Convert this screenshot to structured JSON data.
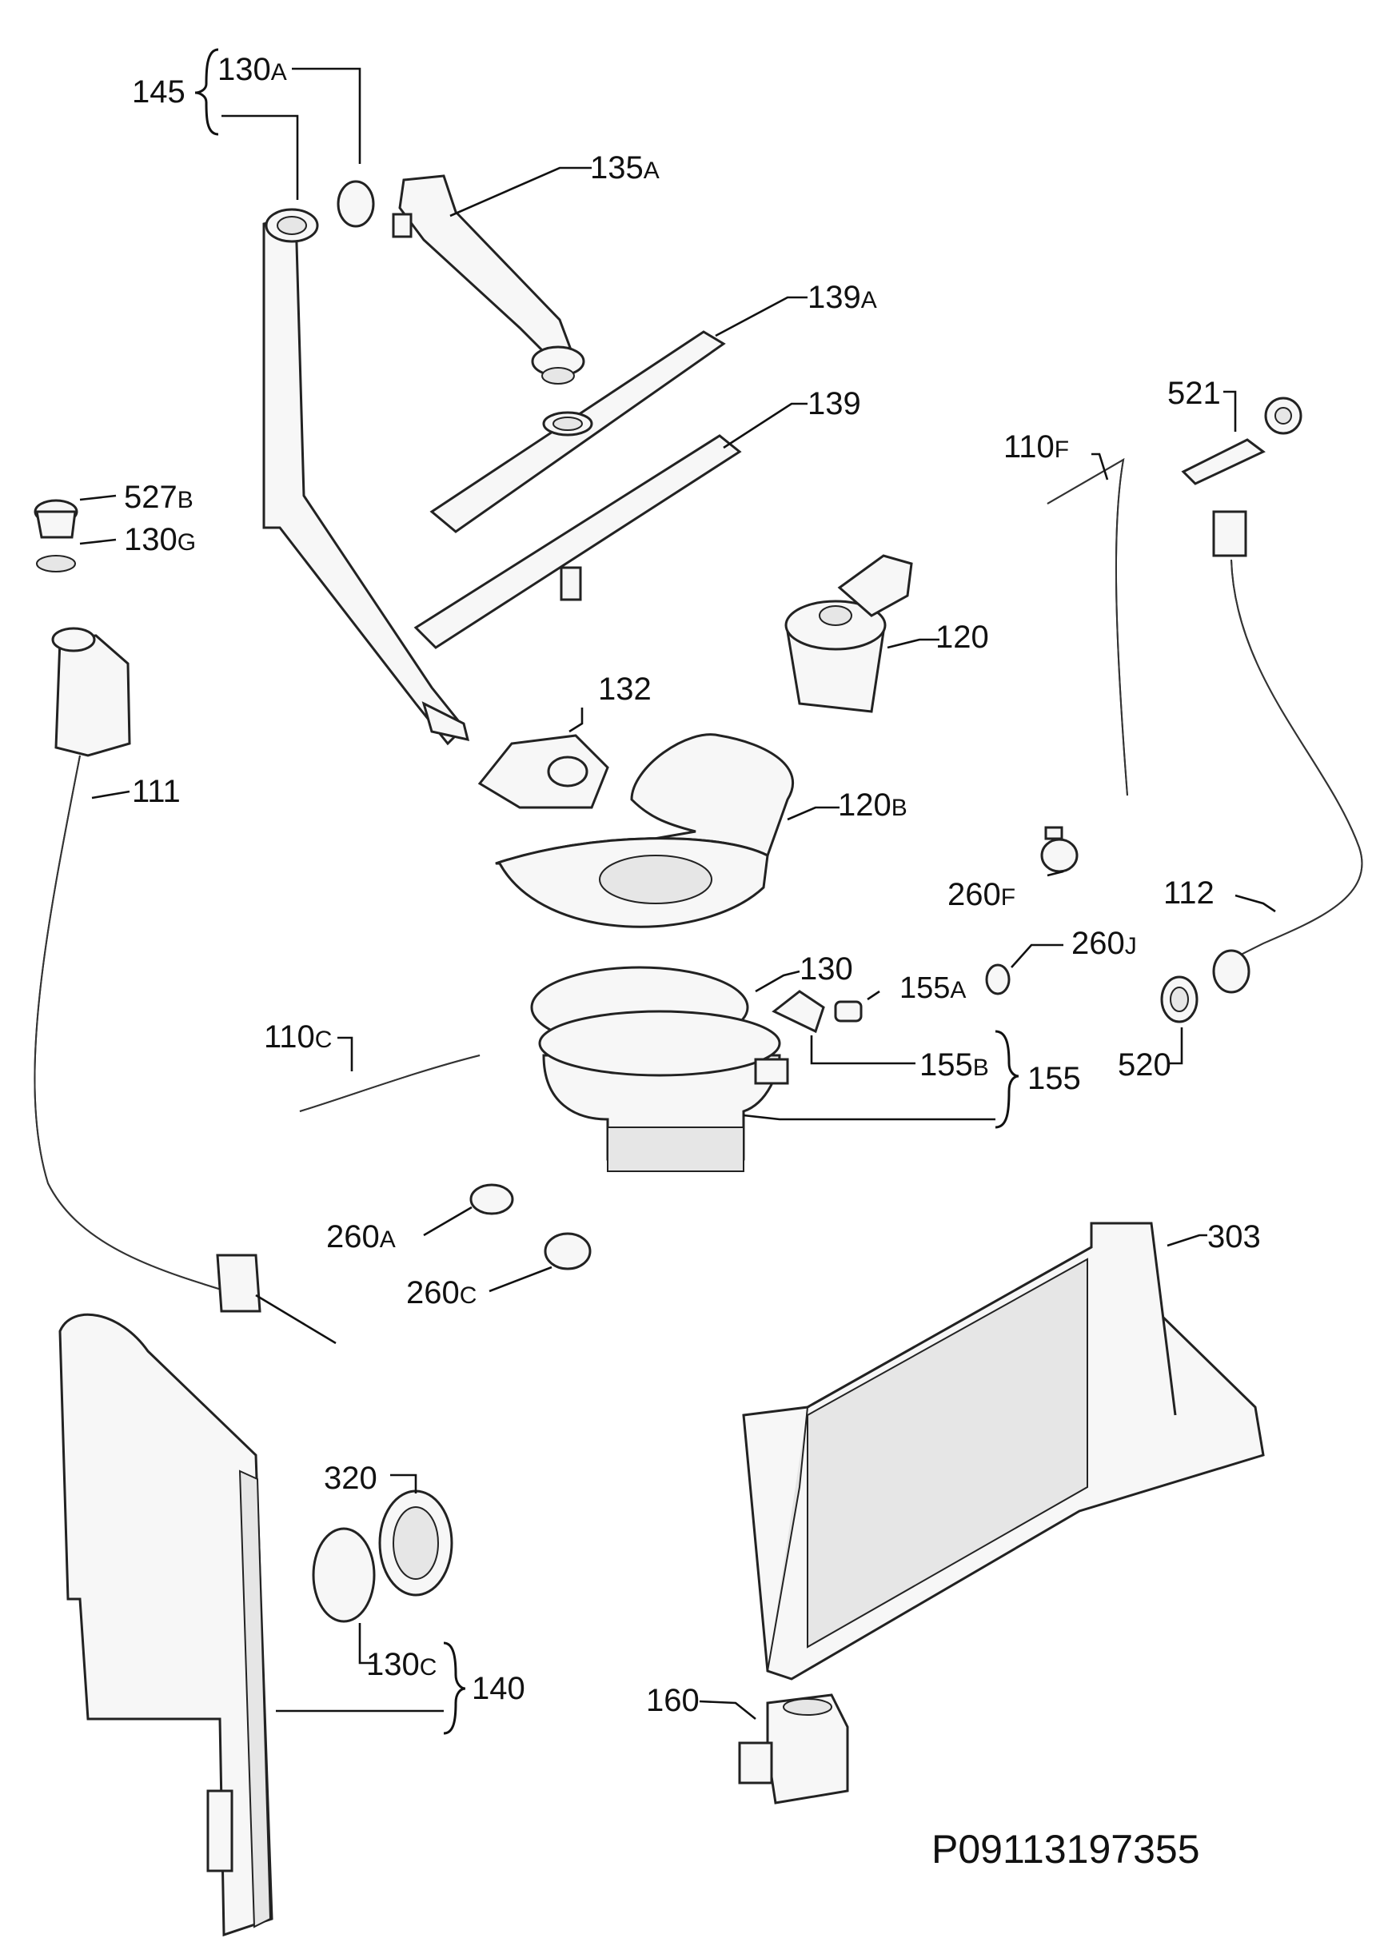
{
  "diagram_code": "P09113197355",
  "callouts": {
    "c145": "145",
    "c130a_num": "130",
    "c130a_suf": "A",
    "c135a_num": "135",
    "c135a_suf": "A",
    "c139a_num": "139",
    "c139a_suf": "A",
    "c139": "139",
    "c527b_num": "527",
    "c527b_suf": "B",
    "c130g_num": "130",
    "c130g_suf": "G",
    "c521": "521",
    "c110f_num": "110",
    "c110f_suf": "F",
    "c120": "120",
    "c132": "132",
    "c111": "111",
    "c120b_num": "120",
    "c120b_suf": "B",
    "c260f_num": "260",
    "c260f_suf": "F",
    "c112": "112",
    "c260j_num": "260",
    "c260j_suf": "J",
    "c130": "130",
    "c155a_num": "155",
    "c155a_suf": "A",
    "c110c_num": "110",
    "c110c_suf": "C",
    "c155b_num": "155",
    "c155b_suf": "B",
    "c155": "155",
    "c520": "520",
    "c260a_num": "260",
    "c260a_suf": "A",
    "c303": "303",
    "c260c_num": "260",
    "c260c_suf": "C",
    "c320": "320",
    "c130c_num": "130",
    "c130c_suf": "C",
    "c140": "140",
    "c160": "160"
  }
}
